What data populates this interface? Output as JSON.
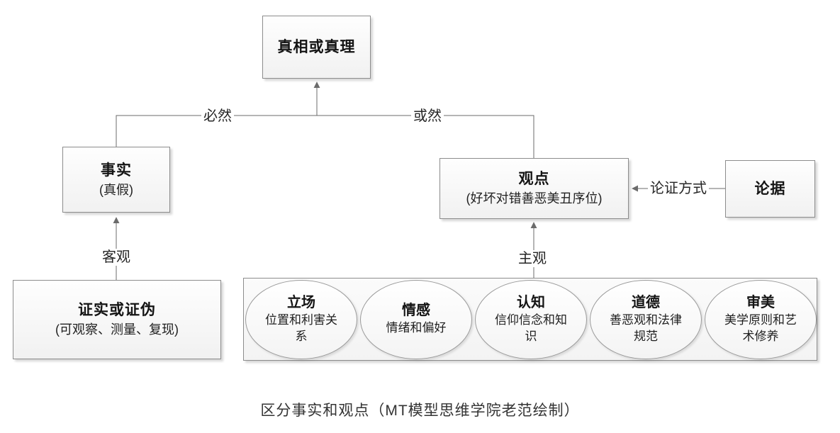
{
  "diagram": {
    "caption": "区分事实和观点（MT模型思维学院老范绘制）",
    "nodes": {
      "truth": {
        "title": "真相或真理"
      },
      "fact": {
        "title": "事实",
        "subtitle": "(真假)"
      },
      "opinion": {
        "title": "观点",
        "subtitle": "(好坏对错善恶美丑序位)"
      },
      "evidence": {
        "title": "论据"
      },
      "verification": {
        "title": "证实或证伪",
        "subtitle": "(可观察、测量、复现)"
      }
    },
    "edge_labels": {
      "necessity": "必然",
      "probability": "或然",
      "objective": "客观",
      "subjective": "主观",
      "argument_method": "论证方式"
    },
    "factors": [
      {
        "title": "立场",
        "subtitle": "位置和利害关系"
      },
      {
        "title": "情感",
        "subtitle": "情绪和偏好"
      },
      {
        "title": "认知",
        "subtitle": "信仰信念和知识"
      },
      {
        "title": "道德",
        "subtitle": "善恶观和法律规范"
      },
      {
        "title": "审美",
        "subtitle": "美学原则和艺术修养"
      }
    ],
    "colors": {
      "node_border": "#8c8c8c",
      "connector": "#6b6b6b",
      "text": "#1f1f1f"
    }
  }
}
